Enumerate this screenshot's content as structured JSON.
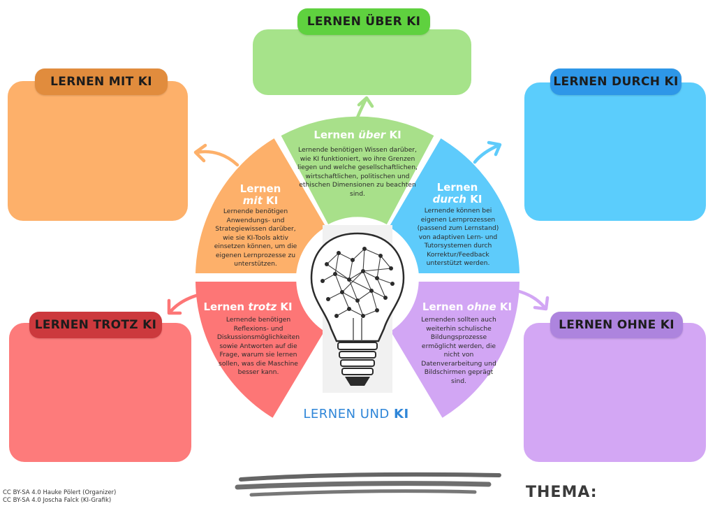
{
  "corner_boxes": {
    "ueber": {
      "label": "LERNEN ÜBER KI"
    },
    "mit": {
      "label": "LERNEN MIT KI"
    },
    "durch": {
      "label": "LERNEN DURCH KI"
    },
    "trotz": {
      "label": "LERNEN TROTZ KI"
    },
    "ohne": {
      "label": "LERNEN OHNE KI"
    }
  },
  "segments": {
    "ueber": {
      "title_prefix": "Lernen ",
      "title_em": "über",
      "title_suffix": " KI",
      "text": "Lernende benötigen Wissen darüber, wie KI funktioniert, wo ihre Grenzen liegen und welche gesellschaftlichen, wirtschaftlichen, politischen und ethischen Dimensionen zu beachten sind."
    },
    "mit": {
      "title_prefix": "Lernen",
      "title_em": "mit",
      "title_suffix": " KI",
      "text": "Lernende benötigen Anwendungs- und Strategiewissen darüber, wie sie KI-Tools aktiv einsetzen können, um die eigenen Lernprozesse zu unterstützen."
    },
    "durch": {
      "title_prefix": "Lernen",
      "title_em": "durch",
      "title_suffix": " KI",
      "text": "Lernende können bei eigenen Lernprozessen (passend zum Lernstand) von adaptiven Lern- und Tutorsystemen durch Korrektur/Feedback unterstützt werden."
    },
    "trotz": {
      "title_prefix": "Lernen ",
      "title_em": "trotz",
      "title_suffix": " KI",
      "text": "Lernende benötigen Reflexions- und Diskussionsmöglichkeiten sowie Antworten auf die Frage, warum sie lernen sollen, was die Maschine besser kann."
    },
    "ohne": {
      "title_prefix": "Lernen ",
      "title_em": "ohne",
      "title_suffix": " KI",
      "text": "Lernenden sollten auch weiterhin schulische Bildungsprozesse ermöglicht werden, die nicht von Datenverarbeitung und Bildschirmen geprägt sind."
    }
  },
  "center": {
    "label_prefix": "LERNEN UND ",
    "label_bold": "KI"
  },
  "footer": {
    "credit_1": "CC BY-SA 4.0 Hauke Pölert (Organizer)",
    "credit_2": "CC BY-SA 4.0 Joscha Falck (KI-Grafik)",
    "thema_label": "THEMA:"
  },
  "colors": {
    "green_box": "#a6e38a",
    "green_pill": "#5fd13f",
    "green_seg": "#a8e08a",
    "orange_box": "#fdb06a",
    "orange_pill": "#e18c3d",
    "orange_seg": "#fdb06a",
    "blue_box": "#5bcdfc",
    "blue_pill": "#2e97e8",
    "blue_seg": "#5ecbfb",
    "red_box": "#fd7b7b",
    "red_pill": "#cc393d",
    "red_seg": "#fd7676",
    "purple_box": "#d3a7f4",
    "purple_pill": "#ad84de",
    "purple_seg": "#d2a6f4"
  },
  "icons": {
    "center": "lightbulb-network-icon"
  }
}
